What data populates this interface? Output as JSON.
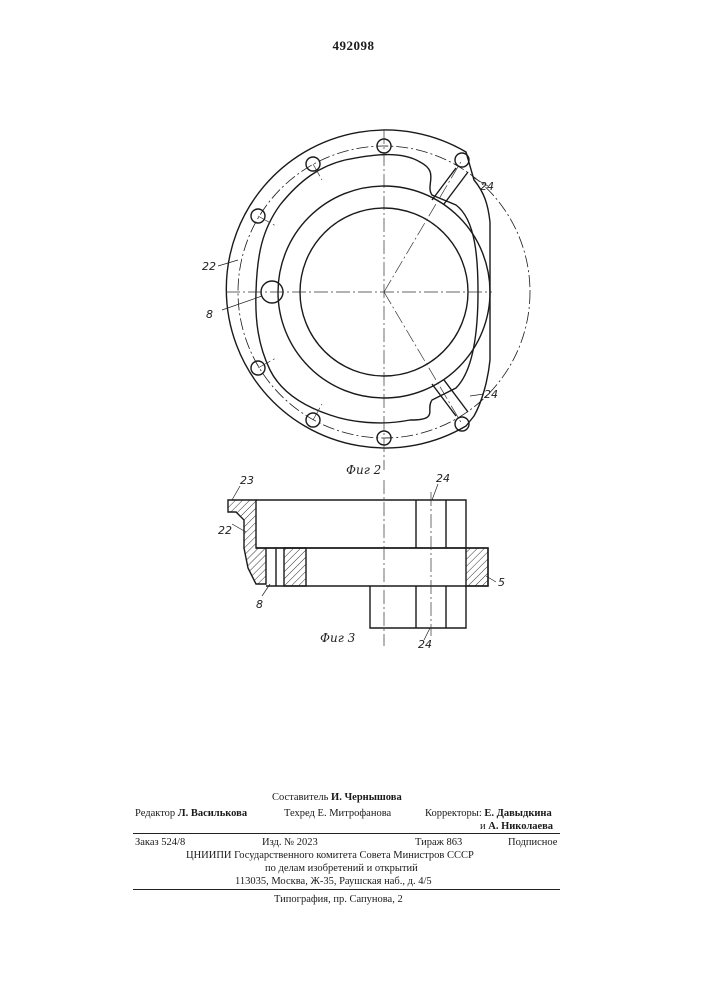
{
  "patent_number": "492098",
  "figures": {
    "fig2": {
      "caption": "Фиг 2",
      "labels": {
        "flange": "22",
        "hole": "8",
        "lug_top": "24",
        "lug_bottom": "24"
      }
    },
    "fig3": {
      "caption": "Фиг 3",
      "labels": {
        "rim": "23",
        "flange": "22",
        "hole": "8",
        "lug_top": "24",
        "lug_bottom": "24",
        "section": "5"
      }
    }
  },
  "imprint": {
    "compiler_label": "Составитель",
    "compiler_name": "И. Чернышова",
    "editor_label": "Редактор",
    "editor_name": "Л. Василькова",
    "techred_label": "Техред",
    "techred_name": "Е. Митрофанова",
    "correctors_label": "Корректоры:",
    "corrector_1": "Е. Давыдкина",
    "corrector_2_prefix": "и",
    "corrector_2": "А. Николаева",
    "order": "Заказ 524/8",
    "edition": "Изд. № 2023",
    "circulation": "Тираж 863",
    "subscription": "Подписное",
    "org_line_1": "ЦНИИПИ Государственного комитета Совета Министров СССР",
    "org_line_2": "по делам изобретений и открытий",
    "org_line_3": "113035, Москва, Ж-35, Раушская наб., д. 4/5",
    "printer": "Типография, пр. Сапунова, 2"
  }
}
